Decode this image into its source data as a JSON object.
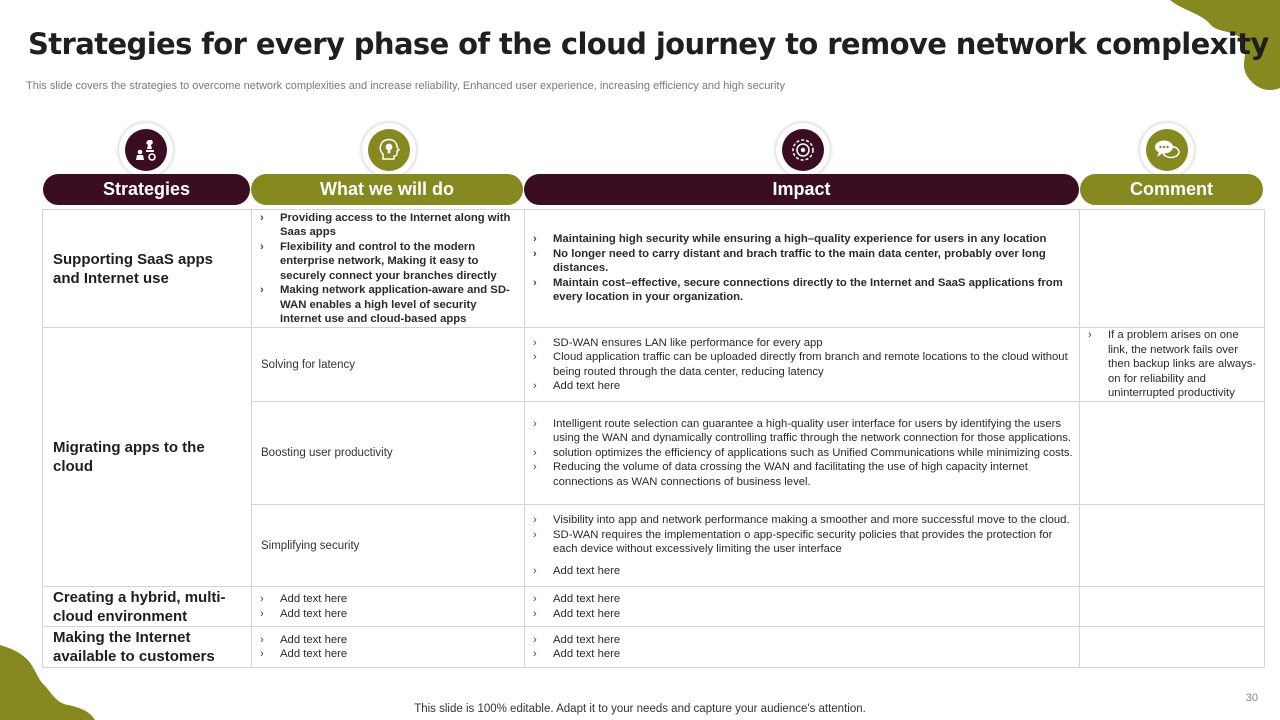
{
  "title": "Strategies for every phase of the cloud journey to remove network complexity",
  "subtitle": "This slide covers the strategies to overcome network complexities and increase reliability, Enhanced user experience, increasing efficiency and high security",
  "colors": {
    "dark": "#3b0d22",
    "olive": "#85891f"
  },
  "icons": [
    "chess-strategy-icon",
    "lightbulb-head-icon",
    "target-impact-icon",
    "chat-bubbles-icon"
  ],
  "headers": [
    "Strategies",
    "What we will do",
    "Impact",
    "Comment"
  ],
  "rows": {
    "saas": {
      "strategy": "Supporting SaaS apps and Internet use",
      "what": [
        "Providing  access to the Internet along with Saas apps",
        "Flexibility  and control to the modern enterprise network, Making it easy to securely connect your branches directly",
        "Making network application-aware and SD-WAN enables a high level of security Internet use and cloud-based apps"
      ],
      "impact": [
        "Maintaining  high  security  while ensuring  a  high–quality  experience for users in any location",
        "No longer need to carry distant and brach traffic to the main data center, probably over long distances.",
        "Maintain cost–effective, secure connections directly to the Internet and SaaS applications from every location in your organization."
      ]
    },
    "migrating": {
      "strategy": "Migrating apps to the cloud",
      "latency": {
        "label": "Solving for latency",
        "impact": [
          "SD-WAN ensures LAN like performance for every  app",
          "Cloud application traffic can be uploaded directly from branch and remote locations to the cloud without being routed through the data center, reducing latency",
          "Add text here"
        ],
        "comment": [
          "If a problem arises on one link, the network fails over then backup links are always-on for reliability and uninterrupted productivity"
        ]
      },
      "productivity": {
        "label": "Boosting user productivity",
        "impact": [
          "Intelligent route selection can guarantee a high-quality user interface for users by identifying the users using the WAN and dynamically controlling traffic through the network connection for those applications.",
          "solution optimizes the efficiency of applications such as Unified Communications while minimizing costs.",
          "Reducing the volume of data crossing the WAN and facilitating the use of high capacity internet connections as WAN connections of business level."
        ]
      },
      "security": {
        "label": "Simplifying security",
        "impact": [
          "Visibility into app and network performance making a smoother and more successful move to the cloud.",
          "SD-WAN requires the implementation o app-specific security policies that provides the protection for each device without excessively limiting the user interface",
          "Add text here"
        ]
      }
    },
    "hybrid": {
      "strategy": "Creating a hybrid, multi-cloud environment",
      "what": [
        "Add text here",
        "Add text here"
      ],
      "impact": [
        "Add text here",
        "Add text here"
      ]
    },
    "internet": {
      "strategy": "Making the Internet available to customers",
      "what": [
        "Add text here",
        "Add text here"
      ],
      "impact": [
        "Add text here",
        "Add text here"
      ]
    }
  },
  "footer": "This slide is 100% editable. Adapt it to your needs and capture your audience's attention.",
  "page_number": "30"
}
